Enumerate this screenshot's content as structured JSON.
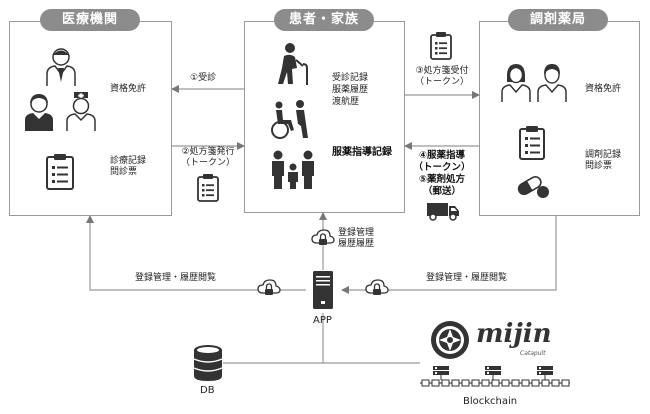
{
  "colors": {
    "header_bg": "#8c8c8c",
    "line": "#9a9a9a",
    "icon": "#333333"
  },
  "boxes": {
    "medical": {
      "title": "医療機関",
      "license": "資格免許",
      "records": [
        "診療記録",
        "問診票"
      ]
    },
    "patient": {
      "title": "患者・家族",
      "records": [
        "受診記録",
        "服薬履歴",
        "渡航歴"
      ],
      "guidance_record": "服薬指導記録"
    },
    "pharmacy": {
      "title": "調剤薬局",
      "license": "資格免許",
      "records": [
        "調剤記録",
        "問診票"
      ]
    }
  },
  "flows": {
    "consult": "①受診",
    "prescription_issue": [
      "②処方箋発行",
      "（トークン）"
    ],
    "prescription_receive": [
      "③処方箋受付",
      "（トークン）"
    ],
    "guidance": [
      "④服薬指導",
      "（トークン）"
    ],
    "dispense": [
      "⑤薬剤処方",
      "（郵送）"
    ]
  },
  "management": {
    "center": [
      "登録管理",
      "履歴履歴"
    ],
    "left": "登録管理・履歴閲覧",
    "right": "登録管理・履歴閲覧"
  },
  "labels": {
    "app": "APP",
    "db": "DB",
    "blockchain": "Blockchain",
    "logo_sub": "Catapult"
  },
  "logo_text": "mijin",
  "icons": [
    "doctor-icon",
    "nurse-icon",
    "clipboard-icon",
    "elderly-icon",
    "wheelchair-icon",
    "family-icon",
    "pharmacist-icon",
    "capsule-icon",
    "van-icon",
    "lock-icon",
    "server-icon",
    "database-icon",
    "blockchain-icon",
    "mijin-logo"
  ]
}
